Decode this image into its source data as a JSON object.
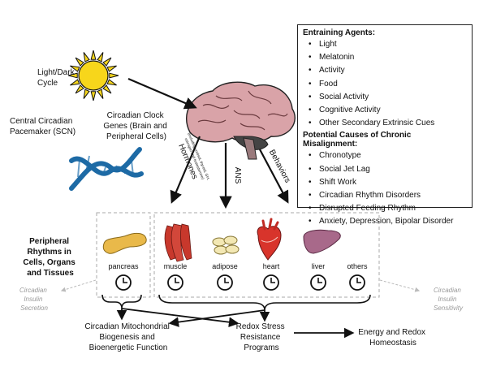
{
  "labels": {
    "light_dark": [
      "Light/Dark",
      "Cycle"
    ],
    "scn": [
      "Central Circadian",
      "Pacemaker (SCN)"
    ],
    "clock_genes": [
      "Circadian Clock",
      "Genes (Brain and",
      "Peripheral Cells)"
    ],
    "hormones": "Hormones",
    "hormones_detail": [
      "(including cortisol, thyroid, GH,",
      "estrogen and testosterone)"
    ],
    "ans": "ANS",
    "behaviors": "Behaviors",
    "peripheral": [
      "Peripheral",
      "Rhythms in",
      "Cells, Organs",
      "and Tissues"
    ],
    "insulin_secretion": [
      "Circadian",
      "Insulin",
      "Secretion"
    ],
    "insulin_sensitivity": [
      "Circadian",
      "Insulin",
      "Sensitivity"
    ],
    "mito": [
      "Circadian Mitochondrial",
      "Biogenesis and",
      "Bioenergetic Function"
    ],
    "redox": [
      "Redox Stress",
      "Resistance",
      "Programs"
    ],
    "energy": [
      "Energy and Redox",
      "Homeostasis"
    ]
  },
  "organs": [
    "pancreas",
    "muscle",
    "adipose",
    "heart",
    "liver",
    "others"
  ],
  "legend": {
    "entraining_title": "Entraining Agents:",
    "entraining_items": [
      "Light",
      "Melatonin",
      "Activity",
      "Food",
      "Social Activity",
      "Cognitive Activity",
      "Other Secondary Extrinsic Cues"
    ],
    "causes_title": "Potential Causes of Chronic Misalignment:",
    "causes_items": [
      "Chronotype",
      "Social Jet Lag",
      "Shift Work",
      "Circadian Rhythm Disorders",
      "Disrupted Feeding Rhythm",
      "Anxiety, Depression, Bipolar Disorder"
    ]
  },
  "icons": {
    "sun": "sun-icon",
    "dna": "dna-helix-icon",
    "brain": "brain-icon",
    "clock": "clock-icon",
    "pancreas": "pancreas-icon",
    "muscle": "muscle-icon",
    "adipose": "adipose-icon",
    "heart": "heart-icon",
    "liver": "liver-icon"
  },
  "colors": {
    "sun": "#f7d61b",
    "dna": "#1d6aa5",
    "brain": "#d9a3a8",
    "pancreas": "#e9b94a",
    "muscle": "#c8382c",
    "adipose": "#f3e8b4",
    "heart": "#d8342b",
    "liver": "#a8698a"
  }
}
